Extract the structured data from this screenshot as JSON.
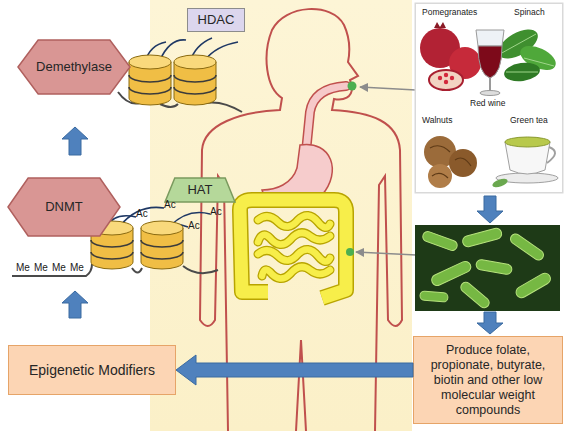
{
  "diagram": {
    "nodes": [
      {
        "text": [
          "HDAC"
        ]
      },
      {
        "text": [
          "Demethylase"
        ]
      },
      {
        "text": [
          "Pomegranates",
          "Spinach",
          "Red wine",
          "Walnuts",
          "Green tea"
        ]
      },
      {
        "text": [
          "DNMT"
        ]
      },
      {
        "text": [
          "HAT"
        ]
      },
      {
        "text": [
          "Epigenetic Modifiers"
        ]
      },
      {
        "text": [
          "Produce folate, propionate, butyrate, biotin and other low molecular weight compounds"
        ]
      }
    ],
    "edges": [
      {
        "from": 6,
        "to": 5,
        "arrow": "to"
      }
    ],
    "labels": [
      "Ac",
      "Ac",
      "Ac",
      "Ac",
      "Me",
      "Me",
      "Me",
      "Me"
    ]
  }
}
